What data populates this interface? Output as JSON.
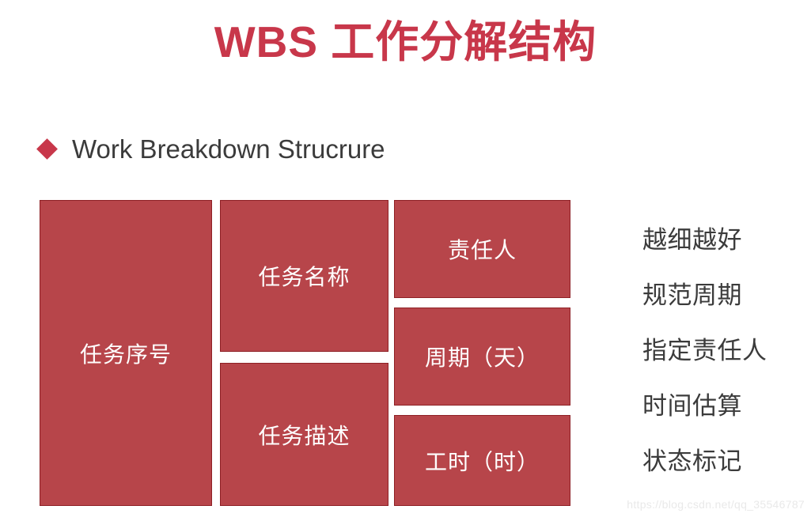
{
  "slide": {
    "title": "WBS 工作分解结构",
    "title_color": "#c8374a",
    "background_color": "#ffffff"
  },
  "bullet": {
    "marker": "diamond-bullet-icon",
    "text": "Work Breakdown Strucrure",
    "text_color": "#3b3b3b",
    "marker_color": "#c8374a"
  },
  "diagram": {
    "type": "wbs-block-diagram",
    "box_fill": "#b7454a",
    "box_border": "#8e2025",
    "box_text_color": "#ffffff",
    "columns": [
      {
        "name": "task-id-column",
        "boxes": [
          {
            "label": "任务序号"
          }
        ]
      },
      {
        "name": "task-detail-column",
        "boxes": [
          {
            "label": "任务名称"
          },
          {
            "label": "任务描述"
          }
        ]
      },
      {
        "name": "task-attributes-column",
        "boxes": [
          {
            "label": "责任人"
          },
          {
            "label": "周期（天）"
          },
          {
            "label": "工时（时）"
          }
        ]
      }
    ]
  },
  "key_points": {
    "items": [
      {
        "label": "越细越好"
      },
      {
        "label": "规范周期"
      },
      {
        "label": "指定责任人"
      },
      {
        "label": "时间估算"
      },
      {
        "label": "状态标记"
      }
    ]
  },
  "watermark": {
    "text": "https://blog.csdn.net/qq_35546787"
  }
}
